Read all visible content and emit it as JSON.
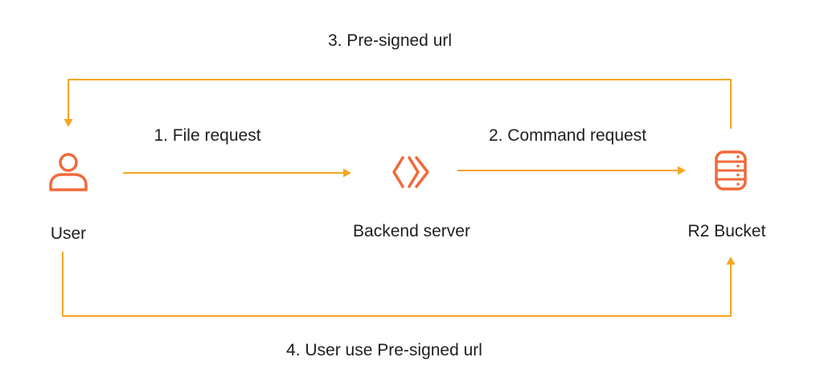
{
  "diagram": {
    "colors": {
      "arrow": "#F6A623",
      "icon": "#F06A3A",
      "text": "#1f1f1f",
      "background": "#ffffff"
    },
    "nodes": {
      "user": {
        "label": "User",
        "icon": "user-icon"
      },
      "backend": {
        "label": "Backend server",
        "icon": "chevrons-icon"
      },
      "bucket": {
        "label": "R2 Bucket",
        "icon": "database-icon"
      }
    },
    "edges": {
      "step1": {
        "label": "1. File request",
        "from": "User",
        "to": "Backend server"
      },
      "step2": {
        "label": "2. Command request",
        "from": "Backend server",
        "to": "R2 Bucket"
      },
      "step3": {
        "label": "3. Pre-signed url",
        "from": "R2 Bucket",
        "to": "User"
      },
      "step4": {
        "label": "4. User use Pre-signed url",
        "from": "User",
        "to": "R2 Bucket"
      }
    }
  }
}
